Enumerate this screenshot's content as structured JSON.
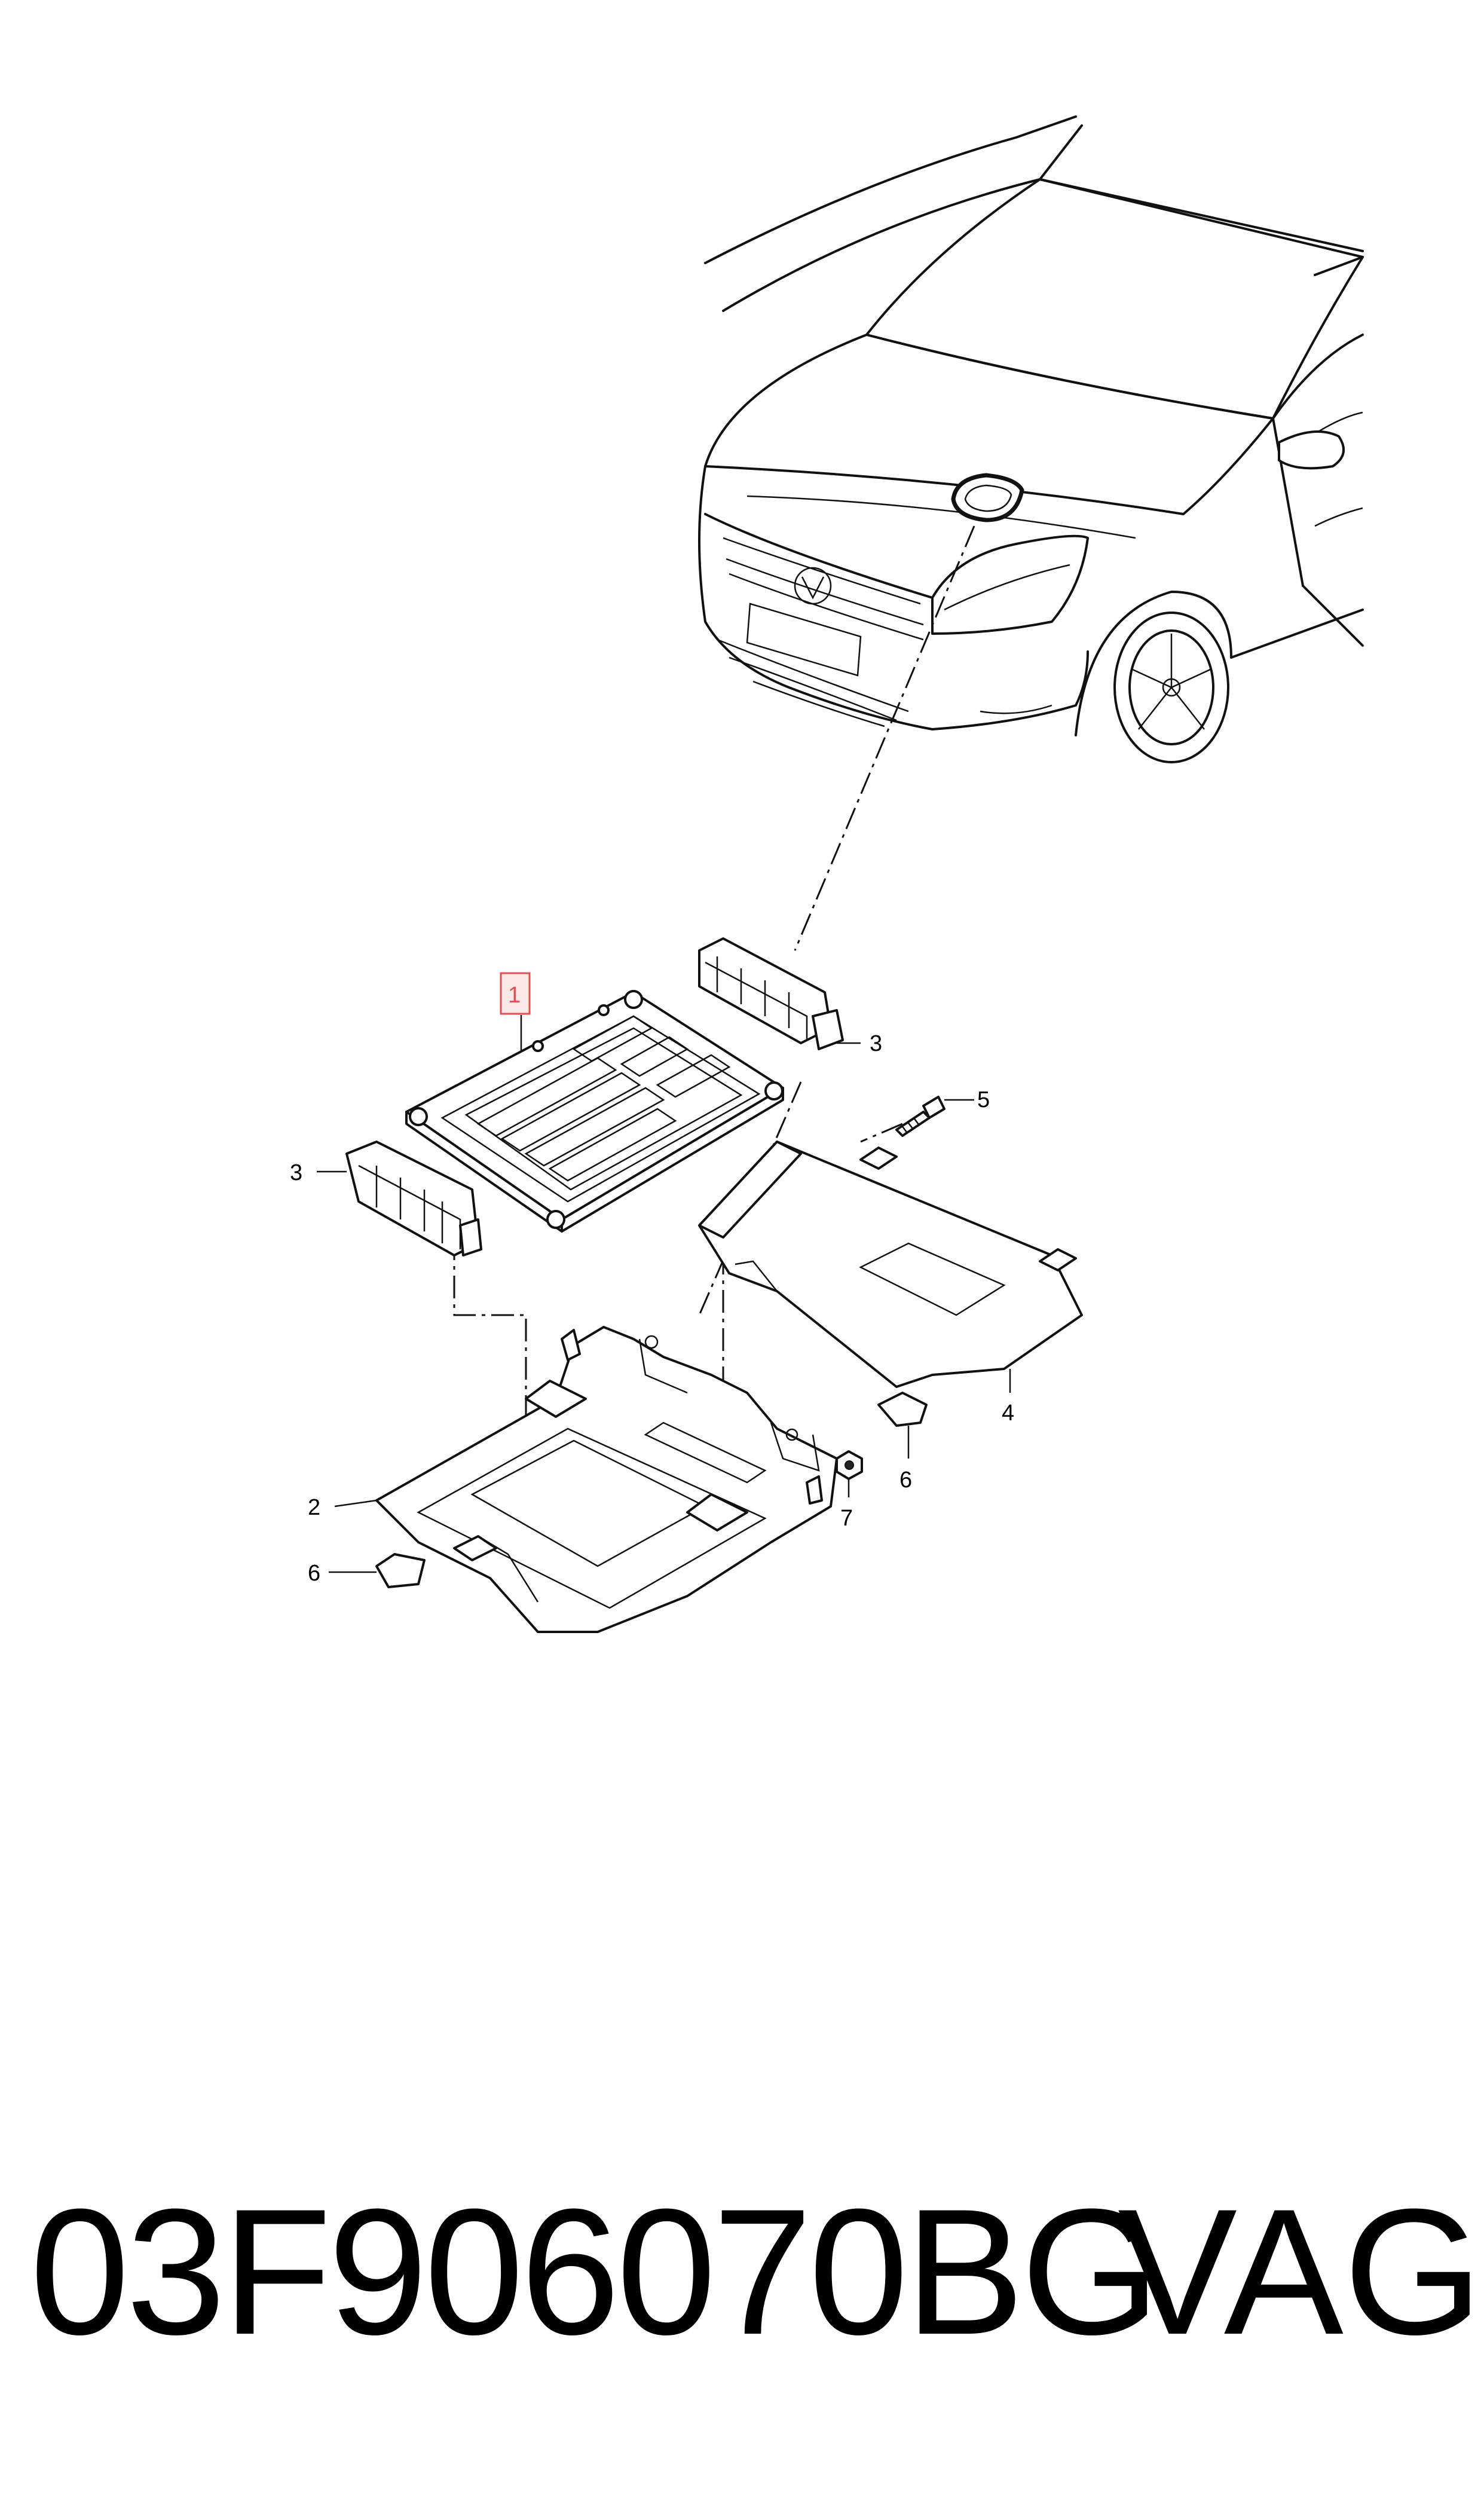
{
  "callouts": {
    "c1": "1",
    "c2": "2",
    "c3a": "3",
    "c3b": "3",
    "c4": "4",
    "c5": "5",
    "c6a": "6",
    "c6b": "6",
    "c7": "7"
  },
  "footer": {
    "part_number": "03F906070BG",
    "brand": "VAG"
  },
  "colors": {
    "highlight": "#e05050",
    "ink": "#111111",
    "background": "#ffffff"
  }
}
